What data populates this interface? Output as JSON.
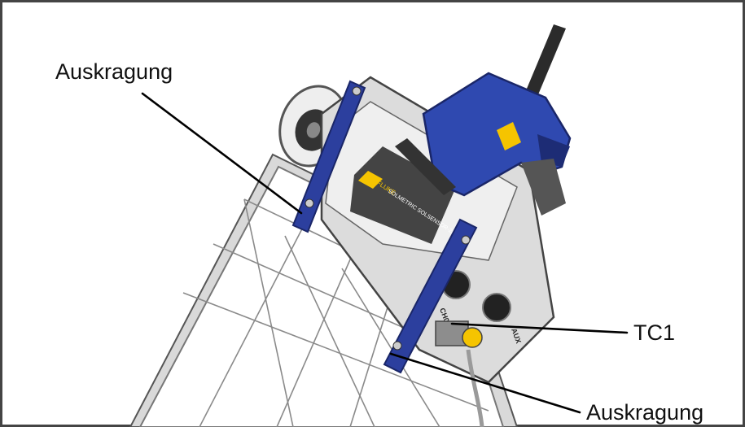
{
  "labels": {
    "overhang_top": "Auskragung",
    "overhang_bottom": "Auskragung",
    "tc1": "TC1"
  },
  "device": {
    "brand": "FLUKE",
    "product": "SOLMETRIC SOLSENSOR-2000",
    "port_ch0": "CH0",
    "port_aux": "AUX"
  },
  "colors": {
    "border": "#444444",
    "panel_cell": "#ffffff",
    "panel_line": "#8a8a8a",
    "bracket_blue": "#2c3f9e",
    "clamp_blue": "#2f49b0",
    "fluke_yellow": "#f5c400",
    "device_gray": "#dcdcdc",
    "pole_dark": "#2b2b2b"
  }
}
